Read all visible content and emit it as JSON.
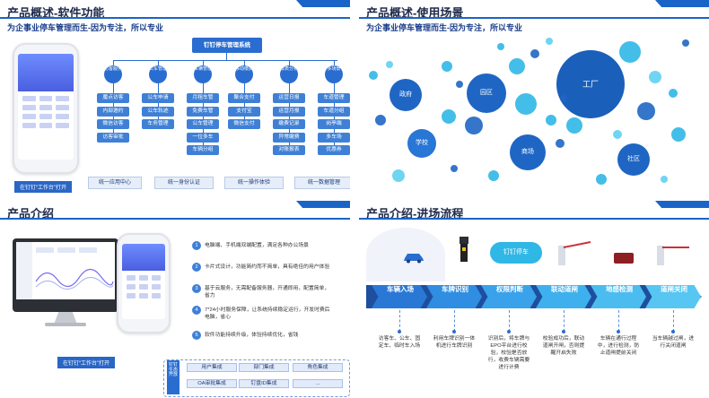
{
  "panel_tl": {
    "title": "产品概述-软件功能",
    "subtitle": "为企事业停车管理而生-因为专注，所以专业",
    "root": "钉钉停车管理系统",
    "phone_caption": "在钉钉“工作台”打开",
    "categories": [
      {
        "label": "访客服务",
        "items": [
          "魔点访客",
          "内部邀约",
          "微信访客",
          "访客审批"
        ]
      },
      {
        "label": "公车管理",
        "items": [
          "公车申请",
          "公车轨迹",
          "车务管理"
        ]
      },
      {
        "label": "车辆管理",
        "items": [
          "月租车管",
          "免费车管",
          "公车管理",
          "一位多车",
          "车辆分组"
        ]
      },
      {
        "label": "移动缴费",
        "items": [
          "聚合支付",
          "支付宝",
          "微信支付"
        ]
      },
      {
        "label": "报表分析",
        "items": [
          "运营日报",
          "运营月报",
          "缴费记录",
          "异常缴费",
          "对账报表"
        ]
      },
      {
        "label": "多场景",
        "items": [
          "车道管理",
          "车道分组",
          "岗亭端",
          "多车场",
          "优惠券"
        ]
      }
    ],
    "unified": [
      "统一应用中心",
      "统一身份认证",
      "统一操作体验",
      "统一数据管理"
    ]
  },
  "panel_tr": {
    "title": "产品概述-使用场景",
    "subtitle": "为企事业停车管理而生-因为专注，所以专业",
    "bubbles": [
      "政府",
      "园区",
      "工厂",
      "学校",
      "商场",
      "社区"
    ]
  },
  "panel_bl": {
    "title": "产品介绍",
    "caption": "在钉钉“工作台”打开",
    "features": [
      {
        "num": "1",
        "text": "电脑端、手机端双端配置，满足各种办公场景"
      },
      {
        "num": "2",
        "text": "卡片式设计，功能简约而不简单，具有绝佳的用户体验"
      },
      {
        "num": "3",
        "text": "基于云服务，无需配备服务器，开通即用，配置简单，省力"
      },
      {
        "num": "4",
        "text": "7*24小时服务保障，让系统持续稳定运行，开发时费后电脑，省心"
      },
      {
        "num": "5",
        "text": "软件功能持续升级，体验持续优化，省钱"
      }
    ],
    "integration_label": "钉钉生态开放",
    "integrations": [
      "用户集成",
      "部门集成",
      "角色集成",
      "OA审批集成",
      "钉盘ID集成",
      "..."
    ]
  },
  "panel_br": {
    "title": "产品介绍-进场流程",
    "cloud_label": "钉钉停车",
    "steps": [
      {
        "label": "车辆入场",
        "desc": "访客车、公车、固定车、临时车入场"
      },
      {
        "label": "车牌识别",
        "desc": "利用车牌识别一体机进行车牌识别"
      },
      {
        "label": "权限判断",
        "desc": "识别后，将车牌与EPO平台进行校验，校验是否放行，收费车辆需要进行计费"
      },
      {
        "label": "联动道闸",
        "desc": "校验成功后，联动道闸开闸，否则提醒开启失败"
      },
      {
        "label": "地感检测",
        "desc": "车辆在通行过程中，进行检测，防止道闸提前关闭"
      },
      {
        "label": "道闸关闭",
        "desc": "当车辆越过闸，进行关闭道闸"
      }
    ]
  },
  "colors": {
    "primary": "#2a6dd0",
    "dark": "#1d4f9e",
    "bubble_light": "#2fb7e6"
  }
}
